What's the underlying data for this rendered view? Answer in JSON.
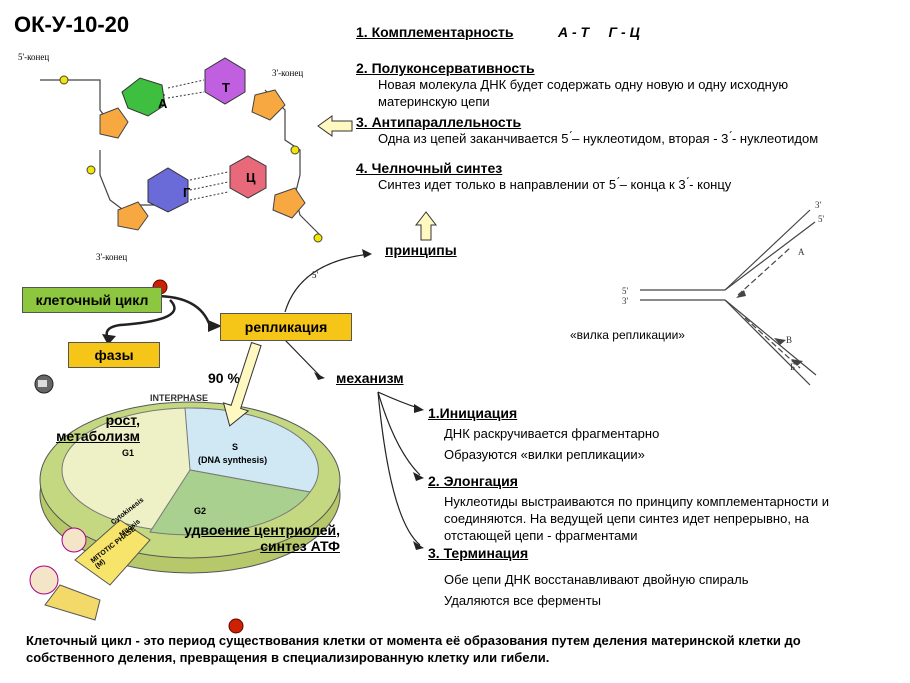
{
  "title": "ОК-У-10-20",
  "principles": [
    {
      "heading": "1. Комплементарность",
      "extra": "А - Т     Г - Ц",
      "text": ""
    },
    {
      "heading": "2. Полуконсервативность",
      "text": "Новая молекула ДНК будет содержать одну новую и одну исходную материнскую цепи"
    },
    {
      "heading": "3. Антипараллельность",
      "text": "Одна из цепей заканчивается 5 ́– нуклеотидом, вторая - 3 ́- нуклеотидом"
    },
    {
      "heading": "4. Челночный синтез",
      "text": "Синтез идет только в направлении от 5 ́– конца к 3 ́- концу"
    }
  ],
  "principles_label": "принципы",
  "dna": {
    "end5_top": "5'-конец",
    "end3_top": "3'-конец",
    "end3_bottom": "3'-конец",
    "end5_bottom": "5'",
    "bases": {
      "A": "А",
      "T": "Т",
      "G": "Г",
      "C": "Ц"
    },
    "colors": {
      "A": "#3fbf3f",
      "T": "#c060e0",
      "G": "#6a6ad8",
      "C": "#e86a7a"
    }
  },
  "fork": {
    "caption": "«вилка репликации»",
    "labels": {
      "a": "А",
      "b": "В",
      "c": "Б",
      "p3": "3'",
      "p5": "5'"
    }
  },
  "cell_cycle_box": "клеточный цикл",
  "phases_box": "фазы",
  "replication_box": "репликация",
  "percent": "90 %",
  "mechanism_label": "механизм",
  "growth_label": "рост, метаболизм",
  "centriole_label": "удвоение центриолей, синтез АТФ",
  "cycle": {
    "interphase": "INTERPHASE",
    "g1": "G1",
    "s": "S",
    "s_sub": "(DNA synthesis)",
    "g2": "G2",
    "cytokinesis": "Cytokinesis",
    "mitosis": "Mitosis",
    "mitotic": "MITOTIC PHASE (M)"
  },
  "mechanism": [
    {
      "heading": "1.Инициация",
      "lines": [
        "ДНК раскручивается фрагментарно",
        "Образуются «вилки репликации»"
      ]
    },
    {
      "heading": "2. Элонгация",
      "lines": [
        "Нуклеотиды выстраиваются по принципу комплементарности и соединяются. На ведущей цепи синтез идет непрерывно, на отстающей цепи - фрагментами"
      ]
    },
    {
      "heading": "3. Терминация",
      "lines": [
        "Обе цепи ДНК восстанавливают двойную спираль",
        "Удаляются все ферменты"
      ]
    }
  ],
  "footer": "Клеточный цикл - это период существования клетки от момента её образования путем деления материнской клетки до собственного деления, превращения в специализированную клетку или гибели.",
  "colors": {
    "green_box": "#8dc63f",
    "yellow_box": "#f5c518",
    "red_dot": "#cc2200"
  }
}
